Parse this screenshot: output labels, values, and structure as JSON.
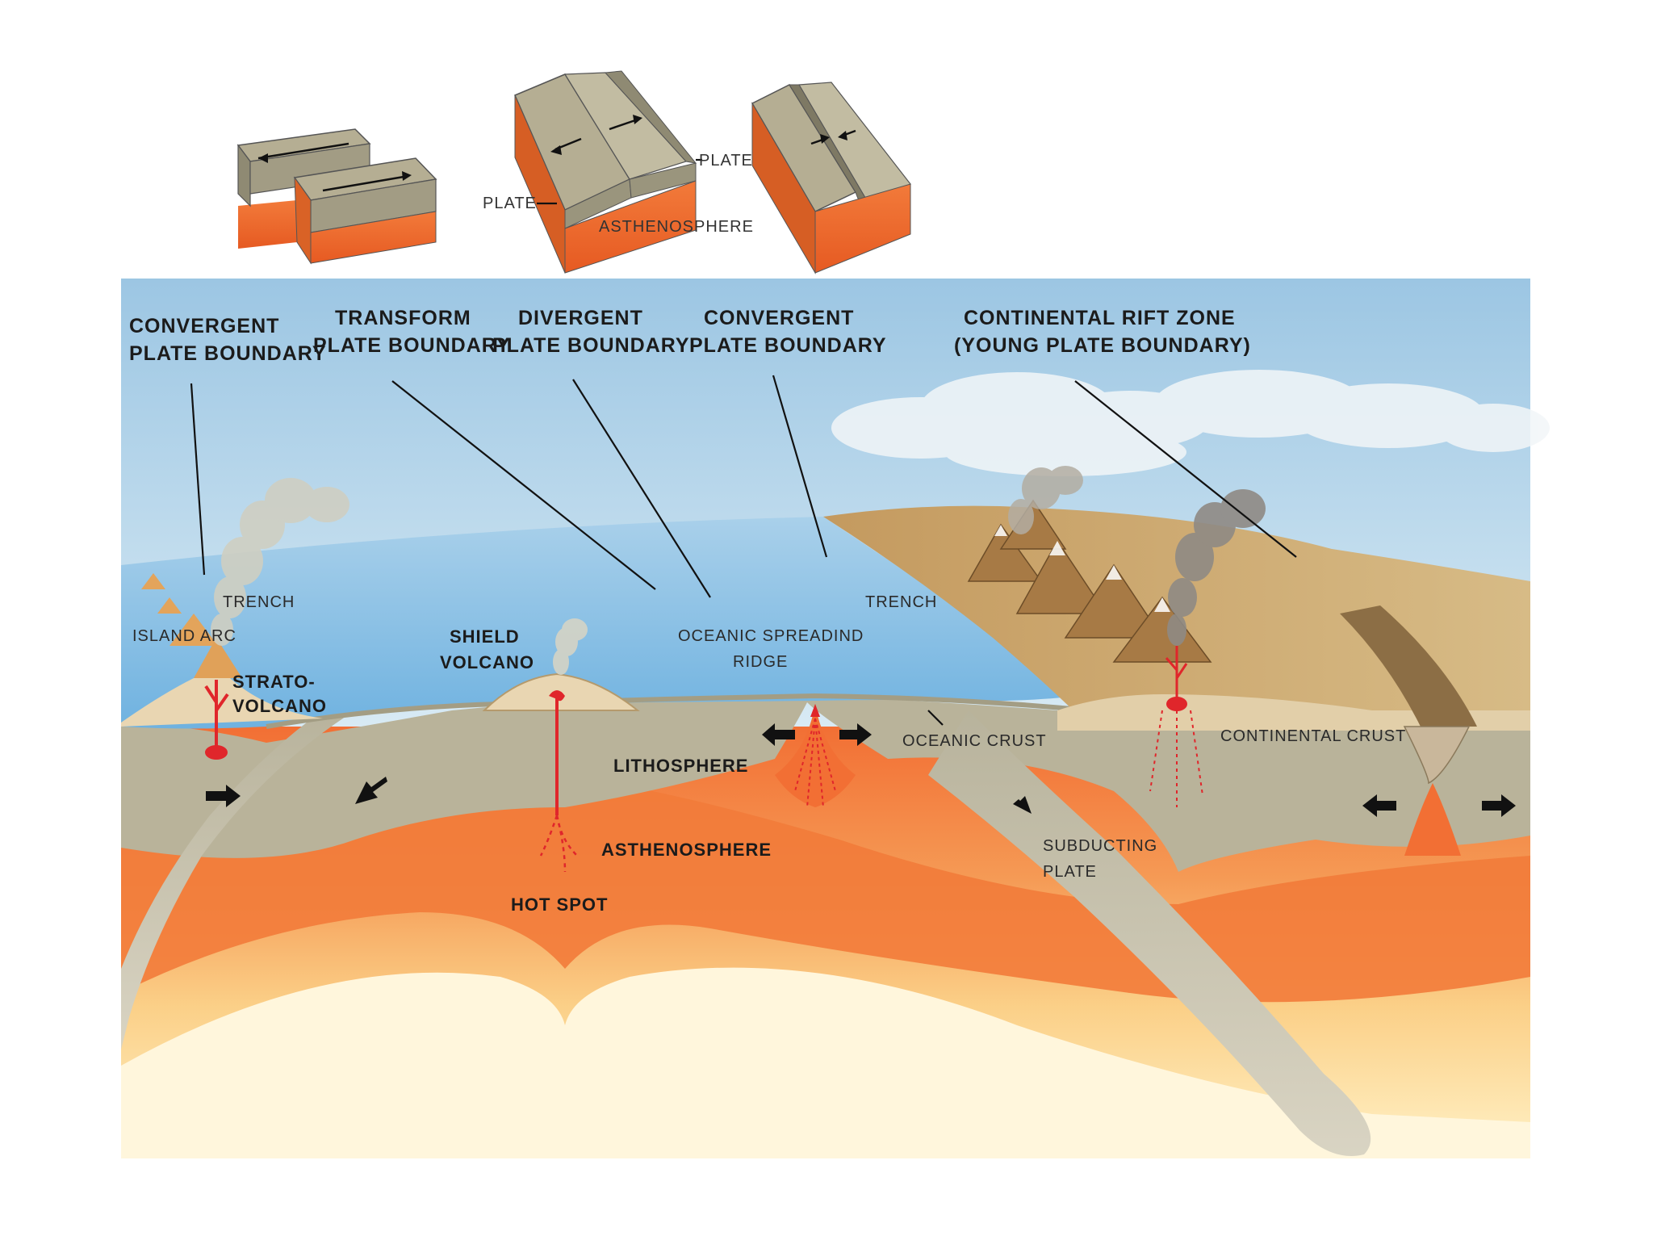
{
  "block_diagrams": {
    "plate_a": "PLATE",
    "plate_b": "PLATE",
    "asthenosphere": "ASTHENOSPHERE"
  },
  "callouts": {
    "convergent_left_l1": "CONVERGENT",
    "convergent_left_l2": "PLATE BOUNDARY",
    "transform_l1": "TRANSFORM",
    "transform_l2": "PLATE BOUNDARY",
    "divergent_l1": "DIVERGENT",
    "divergent_l2": "PLATE BOUNDARY",
    "convergent_right_l1": "CONVERGENT",
    "convergent_right_l2": "PLATE BOUNDARY",
    "rift_l1": "CONTINENTAL RIFT ZONE",
    "rift_l2": "(YOUNG PLATE BOUNDARY)"
  },
  "features": {
    "trench_left": "TRENCH",
    "island_arc": "ISLAND ARC",
    "strato_l1": "STRATO-",
    "strato_l2": "VOLCANO",
    "shield_l1": "SHIELD",
    "shield_l2": "VOLCANO",
    "ridge_l1": "OCEANIC SPREADIND",
    "ridge_l2": "RIDGE",
    "trench_right": "TRENCH",
    "oceanic_crust": "OCEANIC CRUST",
    "continental_crust": "CONTINENTAL CRUST",
    "lithosphere": "LITHOSPHERE",
    "asthenosphere": "ASTHENOSPHERE",
    "hot_spot": "HOT SPOT",
    "subducting_l1": "SUBDUCTING",
    "subducting_l2": "PLATE"
  },
  "colors": {
    "sky": "#bcd9ea",
    "ocean": "#8fc3e6",
    "lithosphere": "#b9b39a",
    "asthenosphere": "#f07a3c",
    "deep_mantle": "#fde6a6",
    "land": "#c9a870",
    "magma": "#e0262b"
  }
}
